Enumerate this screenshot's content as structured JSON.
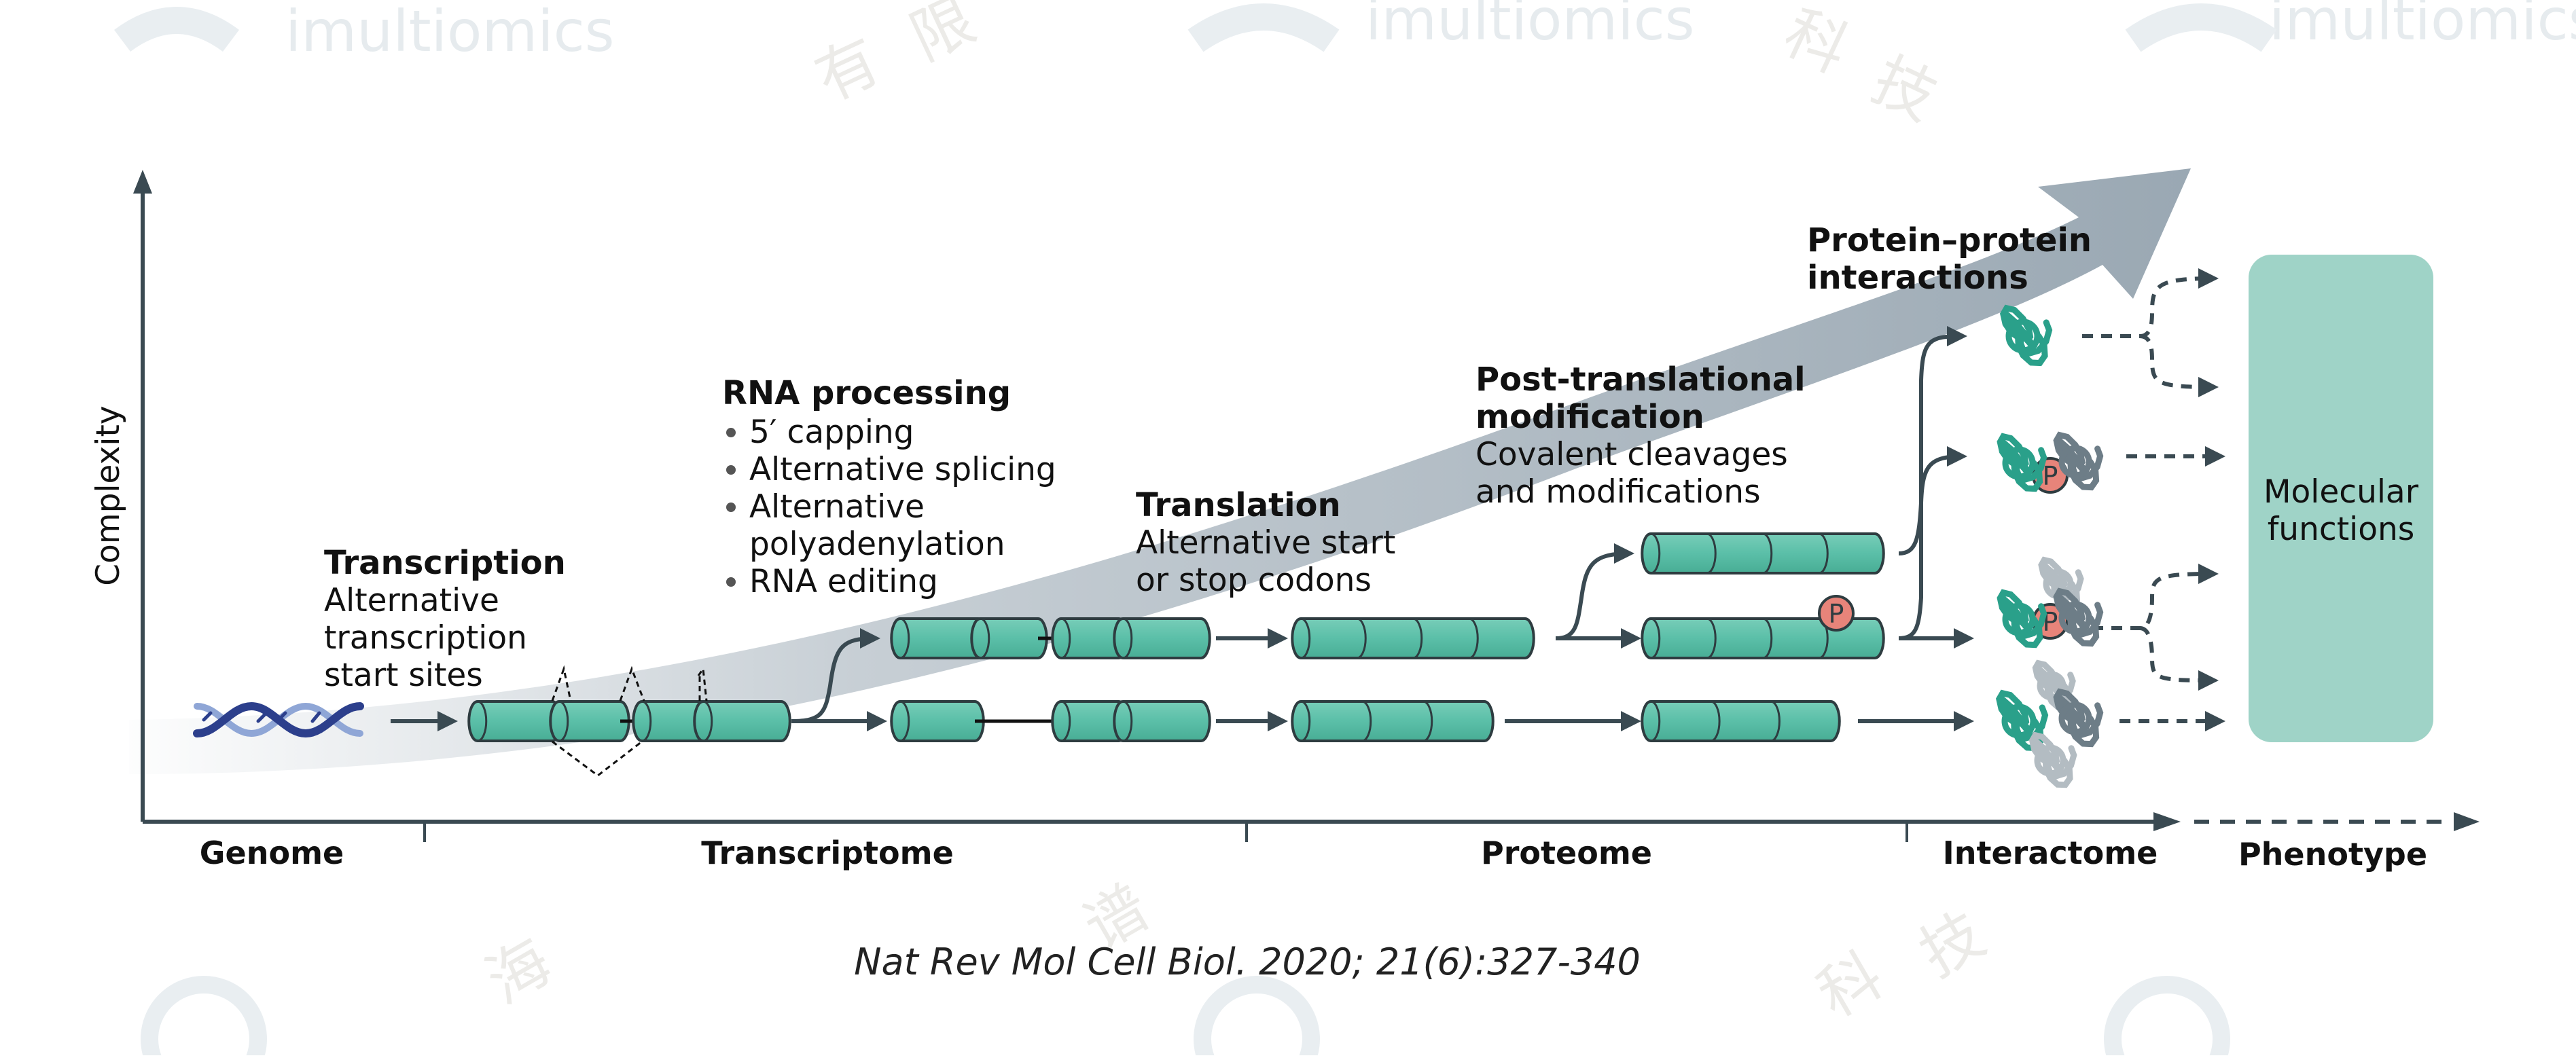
{
  "axes": {
    "y_label": "Complexity",
    "x_labels": [
      "Genome",
      "Transcriptome",
      "Proteome",
      "Interactome",
      "Phenotype"
    ]
  },
  "stages": {
    "transcription": {
      "title": "Transcription",
      "lines": [
        "Alternative",
        "transcription",
        "start sites"
      ]
    },
    "rna_processing": {
      "title": "RNA processing",
      "bullets": [
        "5′ capping",
        "Alternative splicing",
        "Alternative",
        "polyadenylation",
        "RNA editing"
      ]
    },
    "translation": {
      "title": "Translation",
      "lines": [
        "Alternative start",
        "or stop codons"
      ]
    },
    "ptm": {
      "title_lines": [
        "Post-translational",
        "modification"
      ],
      "lines": [
        "Covalent cleavages",
        "and  modifications"
      ]
    },
    "ppi": {
      "title_lines": [
        "Protein–protein",
        "interactions"
      ]
    }
  },
  "phospho_label": "P",
  "phenotype_box": {
    "lines": [
      "Molecular",
      "functions"
    ]
  },
  "citation": "Nat Rev Mol Cell Biol. 2020; 21(6):327-340",
  "watermark": {
    "brand": "imultiomics",
    "cjk": [
      "有",
      "限",
      "科",
      "技",
      "海",
      "谱"
    ]
  },
  "colors": {
    "cylinder": "#5bbfa8",
    "cylinder_stroke": "#2e3c40",
    "arrow_band": "#9aa8b3",
    "axis": "#3a4a52",
    "phenotype_box": "#9fd3c7",
    "phospho": "#e7847a",
    "dna_dark": "#2c3f8c",
    "dna_light": "#8fa6d6",
    "protein_teal": "#2aa08a",
    "protein_gray": "#6d7d87"
  }
}
